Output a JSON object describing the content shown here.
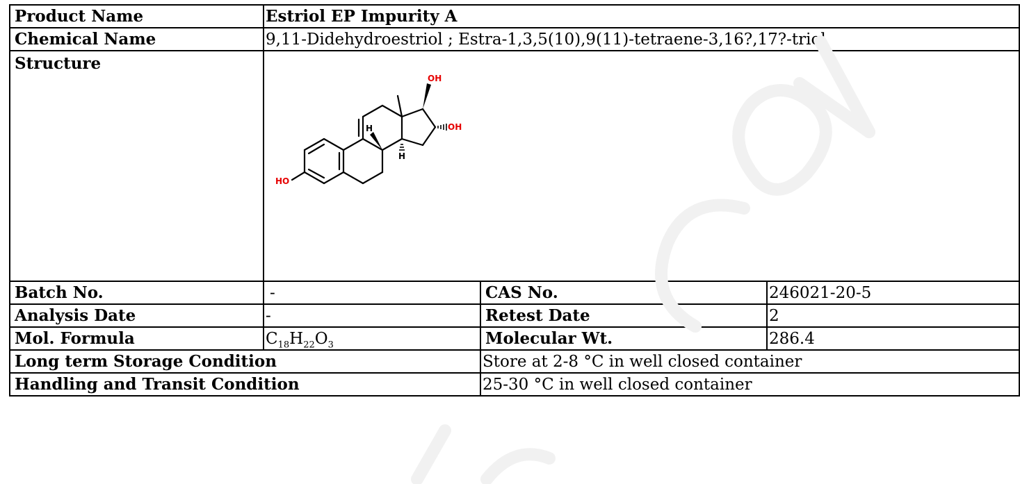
{
  "table": {
    "product_name": {
      "label": "Product Name",
      "value": "Estriol EP Impurity A"
    },
    "chemical_name": {
      "label": "Chemical Name",
      "value": "9,11-Didehydroestriol ; Estra-1,3,5(10),9(11)-tetraene-3,16?,17?-triol"
    },
    "structure": {
      "label": "Structure",
      "atom_labels": {
        "oh_top": "OH",
        "oh_right": "OH",
        "ho_left": "HO",
        "h_left": "H",
        "h_right": "H"
      }
    },
    "batch_no": {
      "label": "Batch No.",
      "value": "-"
    },
    "cas_no": {
      "label": "CAS No.",
      "value": "246021-20-5"
    },
    "analysis_date": {
      "label": "Analysis Date",
      "value": "-"
    },
    "retest_date": {
      "label": "Retest Date",
      "value": "2"
    },
    "mol_formula": {
      "label": "Mol. Formula",
      "parts": [
        {
          "el": "C",
          "n": "18"
        },
        {
          "el": "H",
          "n": "22"
        },
        {
          "el": "O",
          "n": "3"
        }
      ]
    },
    "molecular_wt": {
      "label": "Molecular Wt.",
      "value": "286.4"
    },
    "storage": {
      "label": "Long term Storage Condition",
      "value": "Store at 2-8 °C in well closed container"
    },
    "handling": {
      "label": "Handling and Transit Condition",
      "value": "25-30 °C in well closed container"
    }
  },
  "colors": {
    "border": "#000000",
    "hetero_atom": "#e60000",
    "watermark": "#f2f2f2"
  }
}
